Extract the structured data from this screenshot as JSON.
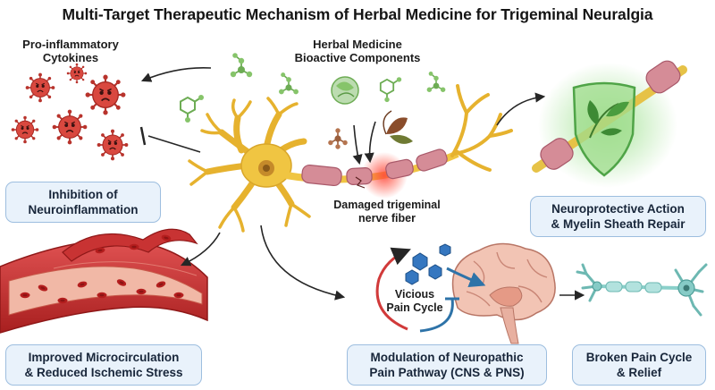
{
  "title": "Multi-Target Therapeutic Mechanism of Herbal Medicine for Trigeminal Neuralgia",
  "labels": {
    "cytokines_1": "Pro-inflammatory",
    "cytokines_2": "Cytokines",
    "herbal_1": "Herbal Medicine",
    "herbal_2": "Bioactive Components",
    "damaged_1": "Damaged trigeminal",
    "damaged_2": "nerve fiber",
    "cycle_1": "Vicious",
    "cycle_2": "Pain Cycle"
  },
  "boxes": {
    "inflammation": {
      "line1": "Inhibition of",
      "line2": "Neuroinflammation"
    },
    "neuroprotective": {
      "line1": "Neuroprotective Action",
      "line2": "& Myelin Sheath Repair"
    },
    "microcirculation": {
      "line1": "Improved Microcirculation",
      "line2": "& Reduced Ischemic Stress"
    },
    "modulation": {
      "line1": "Modulation of Neuropathic",
      "line2": "Pain Pathway (CNS & PNS)"
    },
    "relief": {
      "line1": "Broken Pain Cycle",
      "line2": "& Relief"
    }
  },
  "colors": {
    "box_fill": "#e9f2fb",
    "box_border": "#9dbedf",
    "virus": "#d9483f",
    "neuron": "#f0c542",
    "myelin": "#d58c97",
    "vessel": "#c62e2e",
    "shield": "#5bbf5a",
    "arrow": "#262626",
    "molecule_green": "#6dac54",
    "molecule_brown": "#9b5e3c",
    "cycle_red": "#d13a3a",
    "cycle_blue": "#2e73a8",
    "molecule_blue": "#3577c0",
    "healthy_neuron": "#86cbc6"
  }
}
